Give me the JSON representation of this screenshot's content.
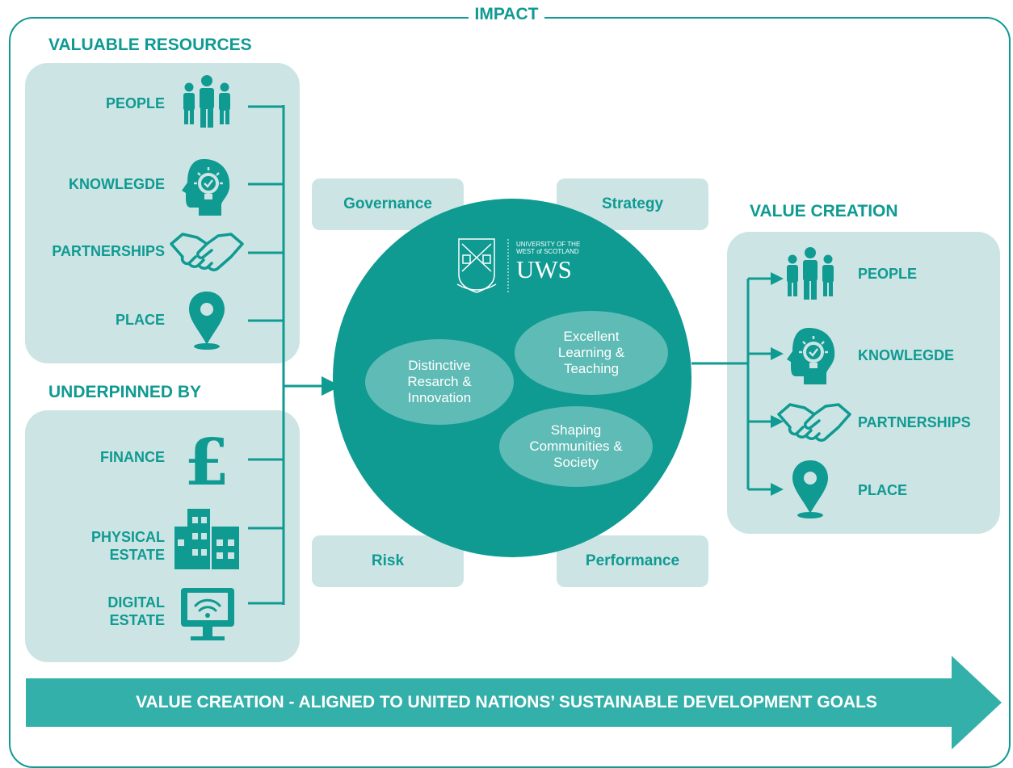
{
  "frame_title": "IMPACT",
  "resources": {
    "heading": "VALUABLE RESOURCES",
    "items": [
      "PEOPLE",
      "KNOWLEGDE",
      "PARTNERSHIPS",
      "PLACE"
    ]
  },
  "underpinned": {
    "heading": "UNDERPINNED BY",
    "items": [
      "FINANCE",
      "PHYSICAL ESTATE",
      "DIGITAL ESTATE"
    ]
  },
  "pillars": {
    "governance": "Governance",
    "strategy": "Strategy",
    "risk": "Risk",
    "performance": "Performance"
  },
  "logo": {
    "university_line1": "UNIVERSITY OF THE",
    "university_line2": "WEST of SCOTLAND",
    "abbreviation": "UWS"
  },
  "core": {
    "research": "Distinctive Resarch & Innovation",
    "learning": "Excellent Learning & Teaching",
    "communities": "Shaping Communities & Society"
  },
  "value_creation": {
    "heading": "VALUE CREATION",
    "items": [
      "PEOPLE",
      "KNOWLEGDE",
      "PARTNERSHIPS",
      "PLACE"
    ]
  },
  "banner": "VALUE CREATION - ALIGNED TO UNITED NATIONS’ SUSTAINABLE DEVELOPMENT GOALS",
  "colors": {
    "primary": "#0f9a92",
    "panel": "#cce5e4",
    "ellipse": "#5fbbb5",
    "banner": "#33b0a9"
  },
  "icons": [
    "people-icon",
    "knowledge-head-icon",
    "handshake-icon",
    "place-pin-icon",
    "pound-icon",
    "building-icon",
    "monitor-wifi-icon"
  ]
}
